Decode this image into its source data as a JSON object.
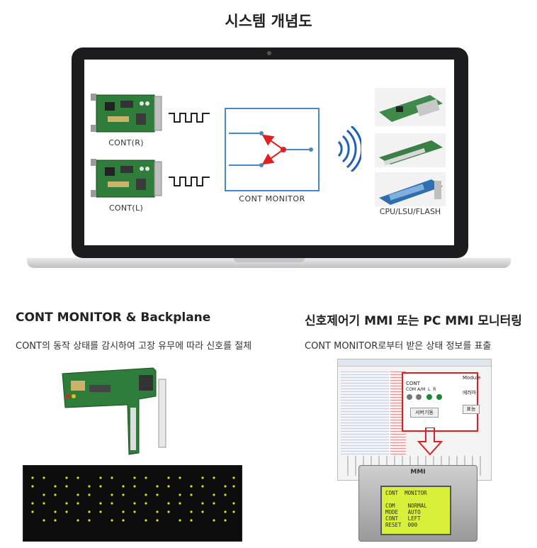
{
  "title": "시스템 개념도",
  "diagram": {
    "card_top_label": "CONT(R)",
    "card_bottom_label": "CONT(L)",
    "monitor_label": "CONT  MONITOR",
    "cpu_label": "CPU/LSU/FLASH"
  },
  "left_section": {
    "heading": "CONT MONITOR & Backplane",
    "description": "CONT의 동작 상태를 감시하여 고장 유무에 따라 신호를 절체"
  },
  "right_section": {
    "heading": "신호제어기 MMI 또는 PC MMI 모니터링",
    "description": "CONT MONITOR로부터 받은 상태 정보를 표출"
  },
  "pc_window": {
    "cont_label": "CONT",
    "cont_columns": "COM A/M  L  R",
    "module_label": "Module",
    "module_value": "에러마",
    "btn_load": "서버기동",
    "btn_show": "표능"
  },
  "mmi": {
    "label": "MMI",
    "lcd_lines": [
      "CONT  MONITOR",
      "",
      "COM    NORMAL",
      "MODE   AUTO",
      "CONT   LEFT",
      "RESET  000"
    ]
  },
  "colors": {
    "monitor_border": "#4a86c8",
    "switch_line": "#4a86c8",
    "arrow_red": "#e02020",
    "pcb_green": "#2e7d3a",
    "lcd_green": "#d8f03a",
    "signal_blue": "#1f5fb5"
  }
}
